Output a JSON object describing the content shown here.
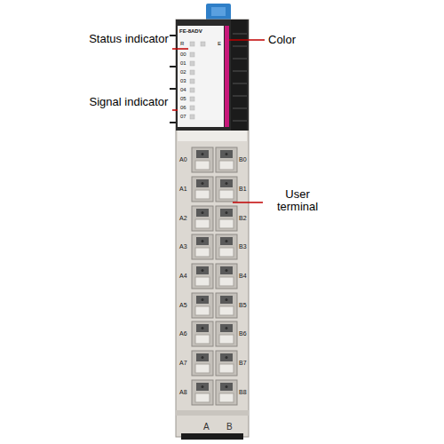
{
  "diagram": {
    "labels": [
      "Status indicator",
      "Color",
      "Signal indicator",
      "User terminal",
      "FE-8ADV",
      "R",
      "E",
      "00",
      "01",
      "02",
      "03",
      "04",
      "05",
      "06",
      "07",
      "A0",
      "B0",
      "A1",
      "B1",
      "A2",
      "B2",
      "A3",
      "B3",
      "A4",
      "B4",
      "A5",
      "B5",
      "A6",
      "B6",
      "A7",
      "B7",
      "A8",
      "B8",
      "A",
      "B"
    ]
  }
}
